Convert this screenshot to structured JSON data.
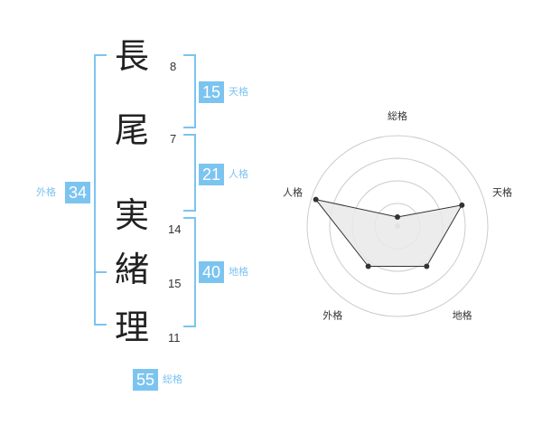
{
  "name": {
    "characters": [
      {
        "char": "長",
        "strokes": "8"
      },
      {
        "char": "尾",
        "strokes": "7"
      },
      {
        "char": "実",
        "strokes": "14"
      },
      {
        "char": "緒",
        "strokes": "15"
      },
      {
        "char": "理",
        "strokes": "11"
      }
    ]
  },
  "fortune": {
    "tenkaku": {
      "value": "15",
      "label": "天格"
    },
    "jinkaku": {
      "value": "21",
      "label": "人格"
    },
    "chikaku": {
      "value": "40",
      "label": "地格"
    },
    "gaikaku": {
      "value": "34",
      "label": "外格"
    },
    "soukaku": {
      "value": "55",
      "label": "総格"
    }
  },
  "radar": {
    "axes": [
      "総格",
      "天格",
      "地格",
      "外格",
      "人格"
    ],
    "levels": 4,
    "values": [
      0.1,
      0.75,
      0.55,
      0.55,
      0.95
    ],
    "colors": {
      "grid": "#cccccc",
      "fill": "#e9e9e9",
      "line": "#333333",
      "point": "#333333",
      "center": "#bbbbbb"
    }
  },
  "colors": {
    "accent": "#7cc4f0",
    "text": "#222222"
  }
}
